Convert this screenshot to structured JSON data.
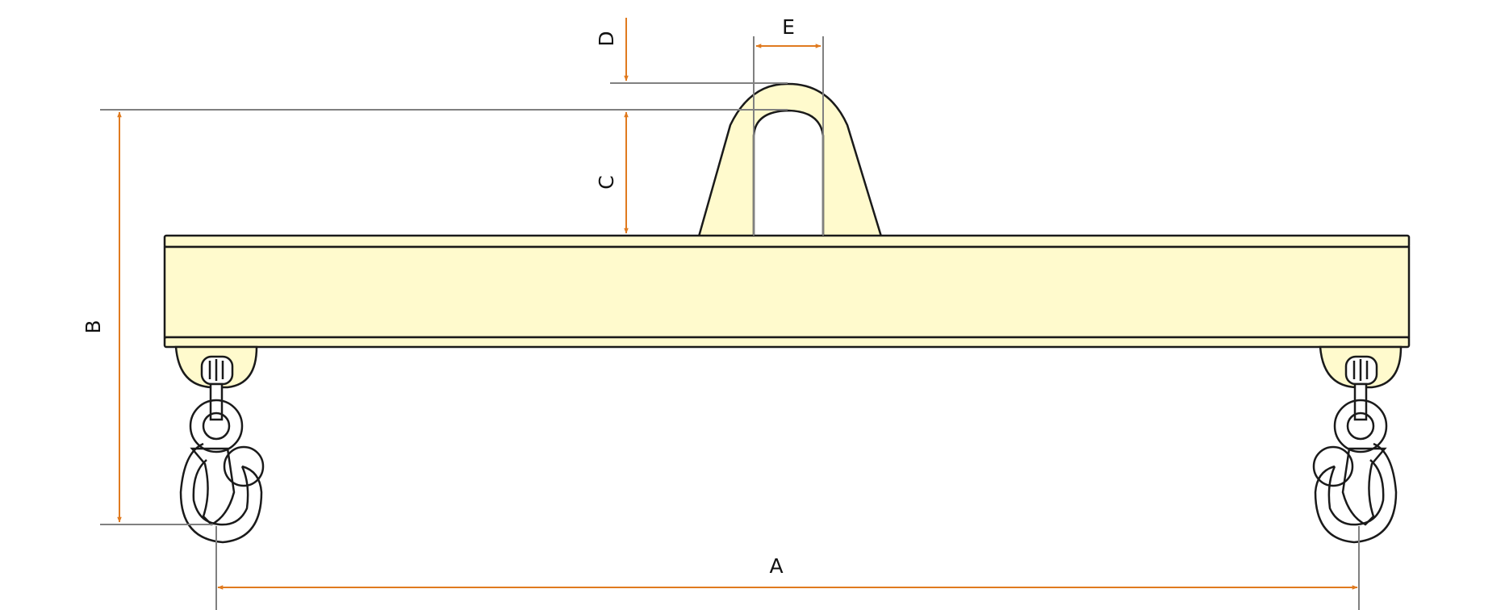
{
  "colors": {
    "body_fill": "#fffacd",
    "outline": "#1a1a1a",
    "dimension_line": "#e07a1f",
    "extension_line": "#808080"
  },
  "labels": {
    "A": "A",
    "B": "B",
    "C": "C",
    "D": "D",
    "E": "E"
  }
}
